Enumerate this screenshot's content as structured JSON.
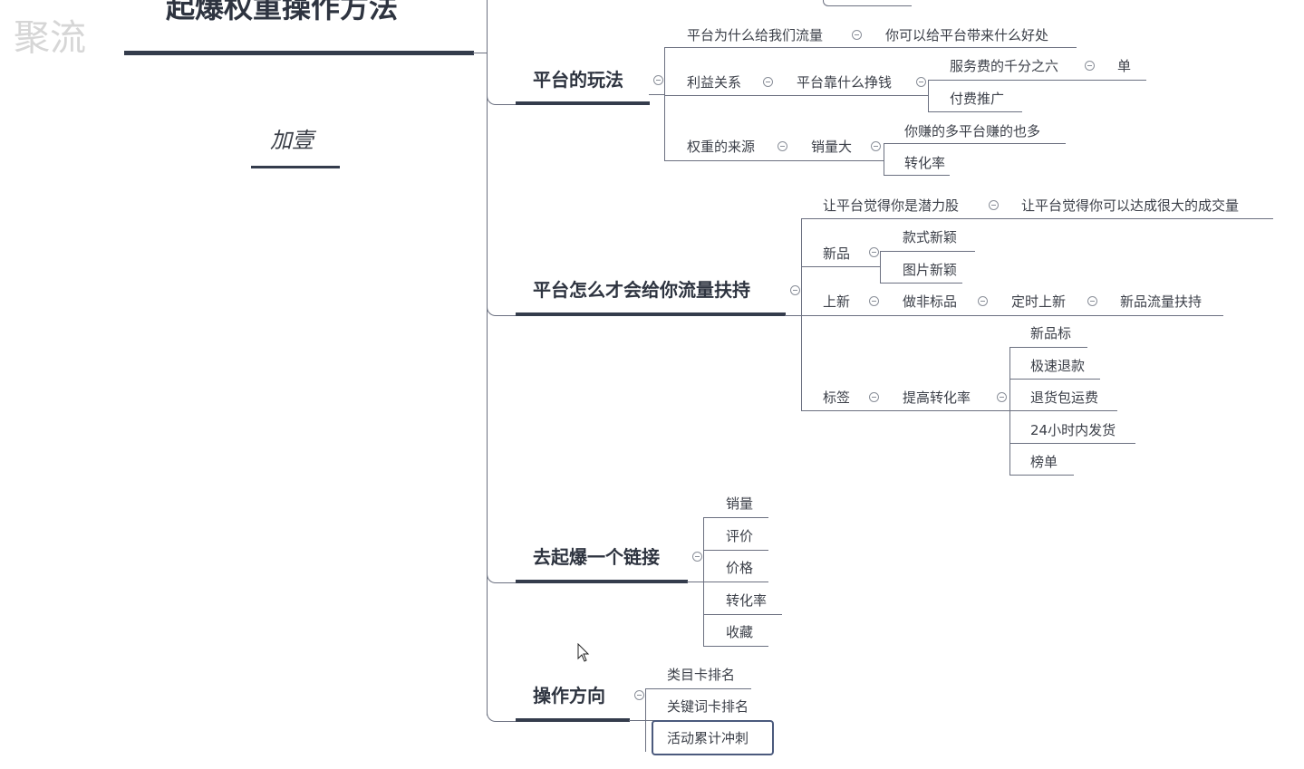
{
  "watermark": "聚流",
  "title": "起爆权重操作方法",
  "author": "加壹",
  "b1": {
    "label": "平台的玩法",
    "n1": "平台为什么给我们流量",
    "n1a": "你可以给平台带来什么好处",
    "n2": "利益关系",
    "n2a": "平台靠什么挣钱",
    "n2b": "服务费的千分之六",
    "n2c": "单",
    "n2d": "付费推广",
    "n3": "权重的来源",
    "n3a": "销量大",
    "n3b": "你赚的多平台赚的也多",
    "n3c": "转化率"
  },
  "b2": {
    "label": "平台怎么才会给你流量扶持",
    "n1": "让平台觉得你是潜力股",
    "n1a": "让平台觉得你可以达成很大的成交量",
    "n2": "新品",
    "n2a": "款式新颖",
    "n2b": "图片新颖",
    "n3": "上新",
    "n3a": "做非标品",
    "n3b": "定时上新",
    "n3c": "新品流量扶持",
    "n4": "标签",
    "n4a": "提高转化率",
    "tags": [
      "新品标",
      "极速退款",
      "退货包运费",
      "24小时内发货",
      "榜单"
    ]
  },
  "b3": {
    "label": "去起爆一个链接",
    "items": [
      "销量",
      "评价",
      "价格",
      "转化率",
      "收藏"
    ]
  },
  "b4": {
    "label": "操作方向",
    "items": [
      "类目卡排名",
      "关键词卡排名",
      "活动累计冲刺"
    ]
  }
}
